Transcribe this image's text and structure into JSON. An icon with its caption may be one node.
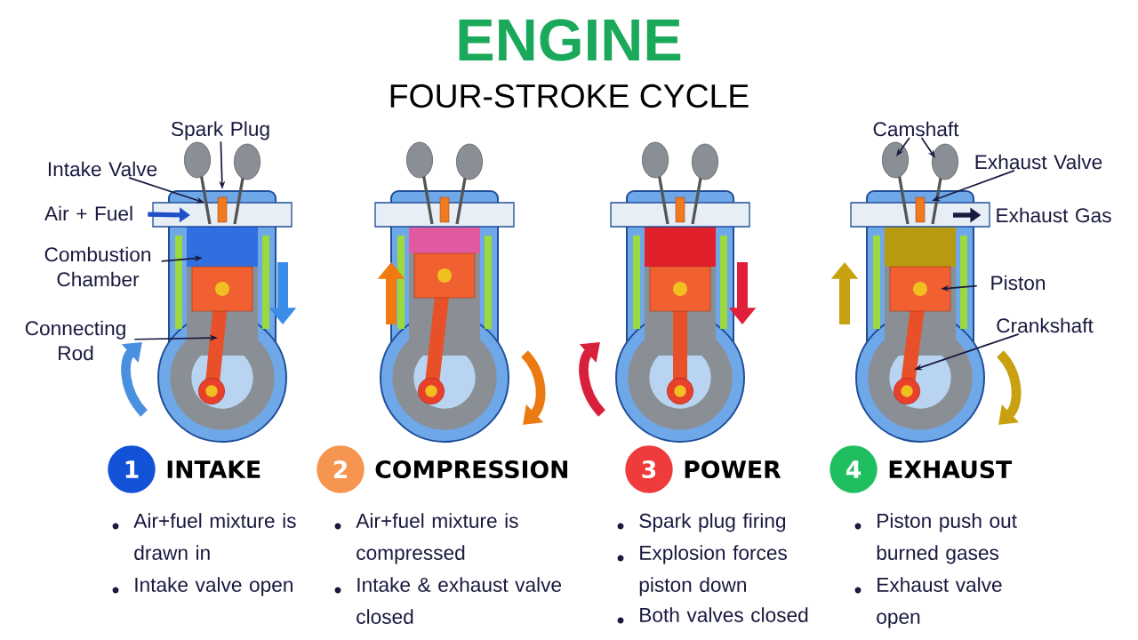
{
  "diagram": {
    "title": "ENGINE",
    "nodes": [
      {
        "text": [
          "Spark Plug"
        ]
      },
      {
        "text": [
          "Intake Valve"
        ]
      },
      {
        "text": [
          "Air + Fuel"
        ]
      },
      {
        "text": [
          "Combustion Chamber"
        ]
      },
      {
        "text": [
          "Connecting Rod"
        ]
      },
      {
        "text": [
          "Camshaft"
        ]
      },
      {
        "text": [
          "Exhaust Valve"
        ]
      },
      {
        "text": [
          "Exhaust Gas"
        ]
      },
      {
        "text": [
          "Piston"
        ]
      },
      {
        "text": [
          "Crankshaft"
        ]
      },
      {
        "text": [
          "1"
        ],
        "beside": [
          "INTAKE"
        ]
      },
      {
        "text": [
          "2"
        ],
        "beside": [
          "COMPRESSION"
        ]
      },
      {
        "text": [
          "3"
        ],
        "beside": [
          "POWER"
        ]
      },
      {
        "text": [
          "4"
        ],
        "beside": [
          "EXHAUST"
        ]
      }
    ],
    "edges": [
      {
        "from": 0,
        "to": null,
        "arrow": "to"
      },
      {
        "from": 1,
        "to": null,
        "arrow": "to"
      },
      {
        "from": 2,
        "to": null,
        "arrow": "to",
        "style": "thick",
        "color": "#1f4fc8"
      },
      {
        "from": 3,
        "to": null,
        "arrow": "to"
      },
      {
        "from": 4,
        "to": null,
        "arrow": "to"
      },
      {
        "from": 5,
        "to": null,
        "arrow": "to"
      },
      {
        "from": 5,
        "to": null,
        "arrow": "to"
      },
      {
        "from": 6,
        "to": null,
        "arrow": "to"
      },
      {
        "from": null,
        "to": 7,
        "arrow": "to",
        "style": "thick"
      },
      {
        "from": 8,
        "to": null,
        "arrow": "to"
      },
      {
        "from": 9,
        "to": null,
        "arrow": "to"
      }
    ],
    "labels": [
      "FOUR-STROKE CYCLE",
      "Air+fuel mixture is drawn in",
      "Intake valve open",
      "Air+fuel mixture is compressed",
      "Intake & exhaust valve closed",
      "Spark plug firing",
      "Explosion forces piston down",
      "Both valves closed",
      "Piston push out burned gases",
      "Exhaust valve open"
    ]
  }
}
